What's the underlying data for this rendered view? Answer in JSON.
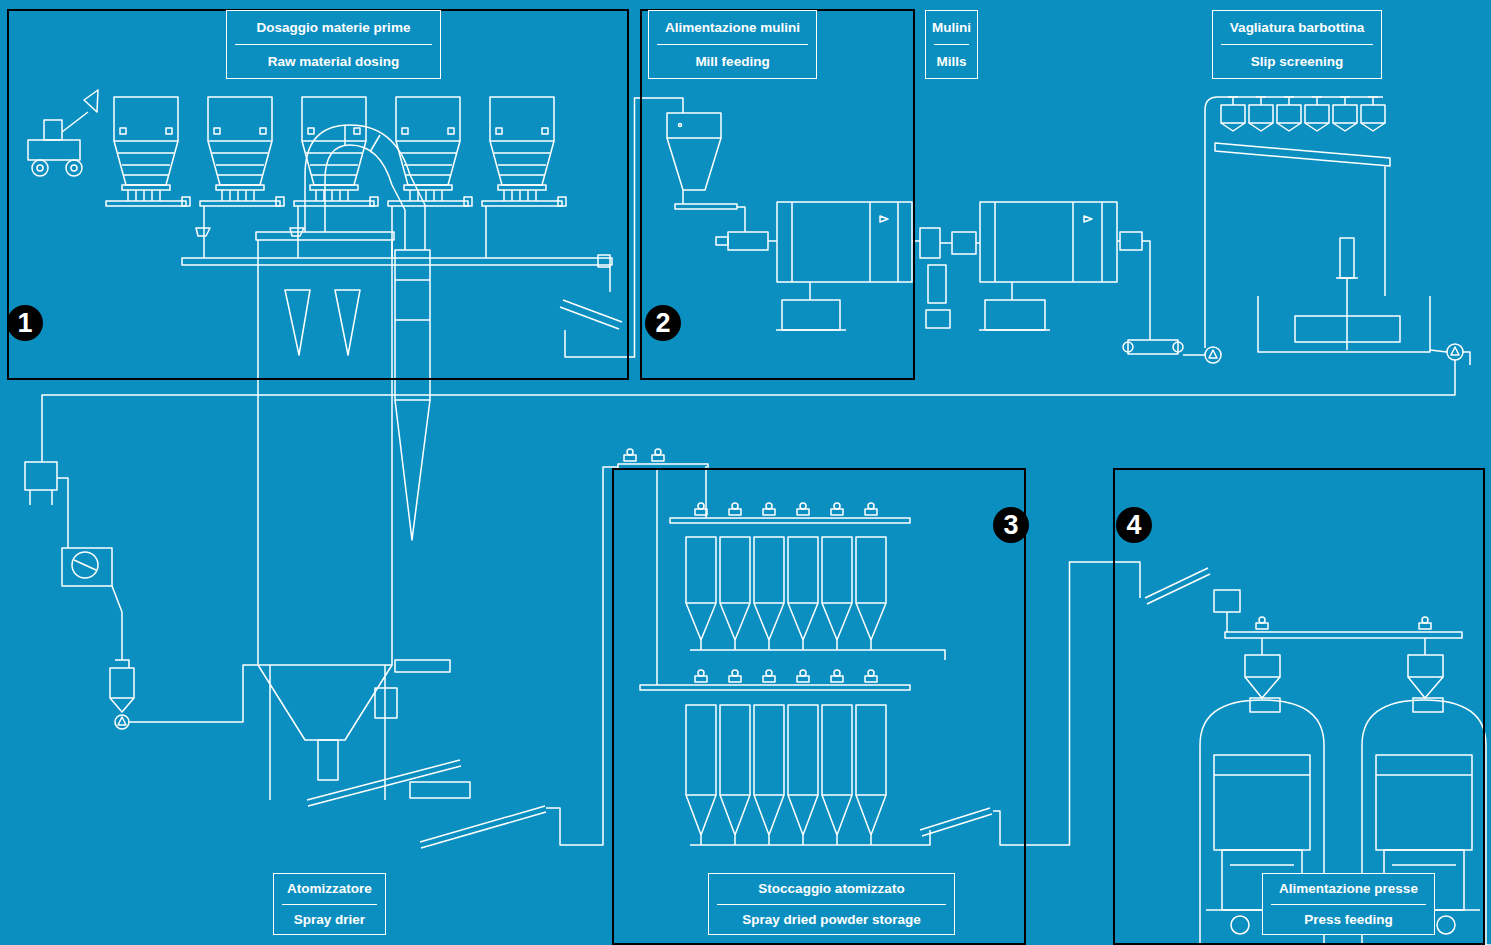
{
  "diagram": {
    "nodes": [
      {
        "text": [
          "1"
        ]
      },
      {
        "text": [
          "Dosaggio materie prime",
          "Raw material dosing"
        ],
        "in": 0
      },
      {
        "text": [
          "2"
        ]
      },
      {
        "text": [
          "Alimentazione mulini",
          "Mill feeding"
        ],
        "in": 2
      },
      {
        "text": [
          "Mulini",
          "Mills"
        ]
      },
      {
        "text": [
          "Vagliatura barbottina",
          "Slip screening"
        ]
      },
      {
        "text": [
          "Atomizzatore",
          "Spray drier"
        ]
      },
      {
        "text": [
          "3"
        ]
      },
      {
        "text": [
          "Stoccaggio atomizzato",
          "Spray dried powder storage"
        ],
        "in": 7
      },
      {
        "text": [
          "4"
        ]
      },
      {
        "text": [
          "Alimentazione presse",
          "Press feeding"
        ],
        "in": 9
      }
    ],
    "edges": [
      {
        "from": 0,
        "to": 2,
        "arrow": "none"
      },
      {
        "from": 7,
        "to": 9,
        "arrow": "none"
      }
    ]
  }
}
